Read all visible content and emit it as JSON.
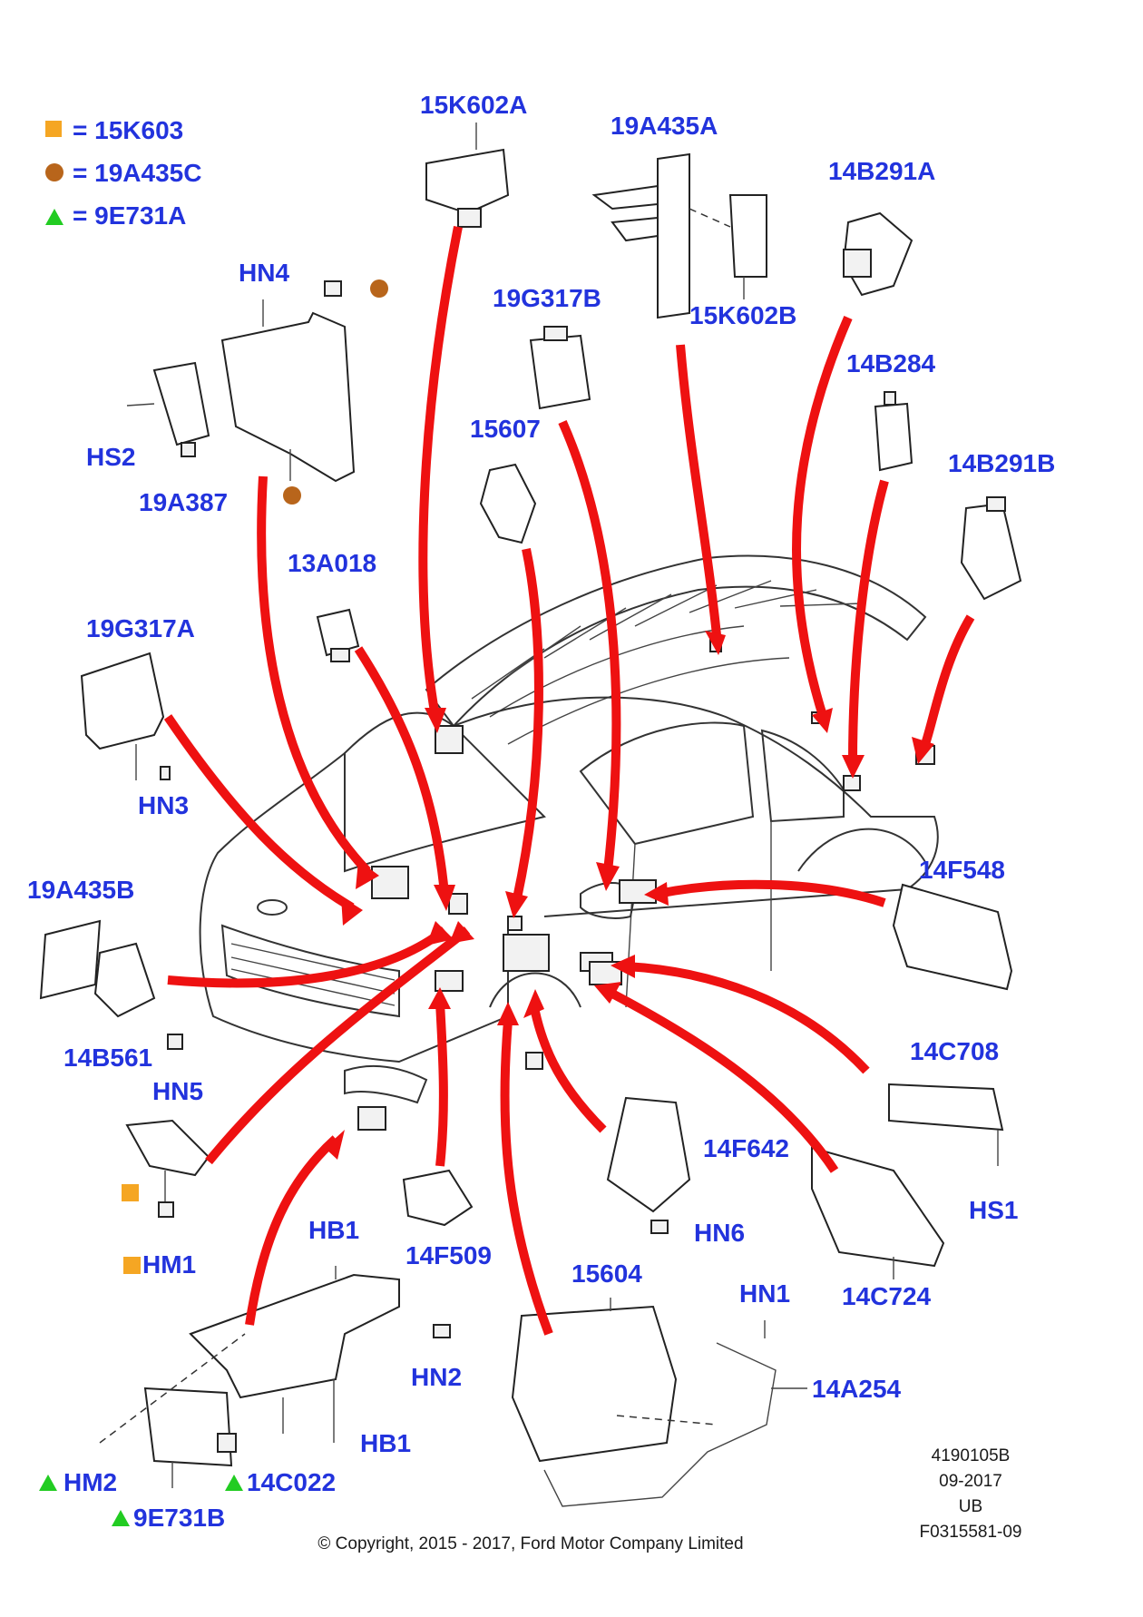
{
  "colors": {
    "label": "#2233dd",
    "arrow": "#ee1111",
    "square_marker": "#f5a623",
    "circle_marker": "#b8651b",
    "triangle_marker": "#22cc22"
  },
  "legend": [
    {
      "symbol": "square",
      "text": "= 15K603"
    },
    {
      "symbol": "circle",
      "text": "= 19A435C"
    },
    {
      "symbol": "triangle",
      "text": "= 9E731A"
    }
  ],
  "labels": {
    "l_15K602A": "15K602A",
    "l_19A435A": "19A435A",
    "l_14B291A": "14B291A",
    "l_HN4": "HN4",
    "l_19G317B": "19G317B",
    "l_15K602B": "15K602B",
    "l_14B284": "14B284",
    "l_HS2": "HS2",
    "l_15607": "15607",
    "l_19A387": "19A387",
    "l_14B291B": "14B291B",
    "l_13A018": "13A018",
    "l_19G317A": "19G317A",
    "l_HN3": "HN3",
    "l_14F548": "14F548",
    "l_19A435B": "19A435B",
    "l_14B561": "14B561",
    "l_HN5": "HN5",
    "l_14C708": "14C708",
    "l_14F642": "14F642",
    "l_HS1": "HS1",
    "l_HM1": "HM1",
    "l_HN6": "HN6",
    "l_HB1a": "HB1",
    "l_14F509": "14F509",
    "l_14C724": "14C724",
    "l_15604": "15604",
    "l_HN1": "HN1",
    "l_HN2": "HN2",
    "l_14A254": "14A254",
    "l_HB1b": "HB1",
    "l_HM2": "HM2",
    "l_14C022": "14C022",
    "l_9E731B": "9E731B"
  },
  "info_block": {
    "line1": "4190105B",
    "line2": "09-2017",
    "line3": "UB",
    "line4": "F0315581-09"
  },
  "copyright": "© Copyright, 2015 - 2017, Ford Motor Company Limited"
}
